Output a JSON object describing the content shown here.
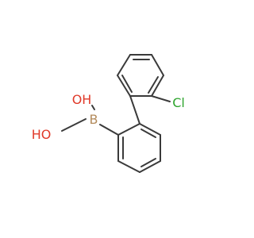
{
  "molecule": {
    "atoms": {
      "oh_top": {
        "label": "OH"
      },
      "oh_bottom": {
        "label": "HO"
      },
      "boron": {
        "label": "B"
      },
      "chlorine": {
        "label": "Cl"
      }
    },
    "colors": {
      "bond": "#3a3a3a",
      "oxygen": "#e03a2a",
      "boron": "#b38b5c",
      "chlorine": "#2ea52e",
      "hydrogen": "#3a3a3a"
    }
  }
}
